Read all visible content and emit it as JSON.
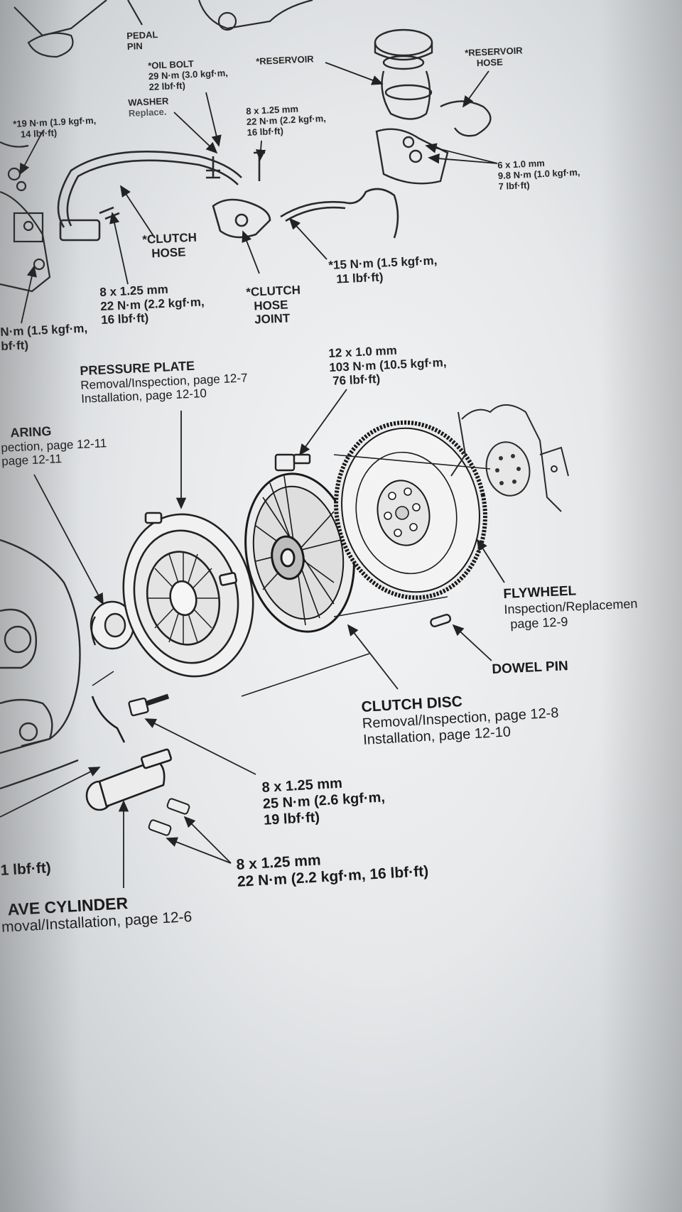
{
  "labels": {
    "pedal_pin": [
      "PEDAL",
      "PIN"
    ],
    "oil_bolt": [
      "*OIL BOLT",
      "29 N·m (3.0 kgf·m,",
      "22 lbf·ft)"
    ],
    "reservoir": "*RESERVOIR",
    "reservoir_hose": [
      "*RESERVOIR",
      "HOSE"
    ],
    "washer": [
      "WASHER",
      "Replace."
    ],
    "upper_bolt_spec": [
      "8 x 1.25 mm",
      "22 N·m (2.2 kgf·m,",
      "16 lbf·ft)"
    ],
    "left_spec": [
      "*19 N·m (1.9 kgf·m,",
      "14 lbf·ft)"
    ],
    "reservoir_bolt_spec": [
      "6 x 1.0 mm",
      "9.8 N·m (1.0 kgf·m,",
      "7 lbf·ft)"
    ],
    "clutch_hose": [
      "*CLUTCH",
      "HOSE"
    ],
    "line_spec": [
      "*15 N·m (1.5 kgf·m,",
      "11 lbf·ft)"
    ],
    "mid_bolt_spec": [
      "8 x 1.25 mm",
      "22 N·m (2.2 kgf·m,",
      "16 lbf·ft)"
    ],
    "hose_joint": [
      "*CLUTCH",
      "HOSE",
      "JOINT"
    ],
    "left_edge_spec": [
      "N·m (1.5 kgf·m,",
      "bf·ft)"
    ],
    "flywheel_bolt_spec": [
      "12 x 1.0 mm",
      "103 N·m (10.5 kgf·m,",
      "76 lbf·ft)"
    ],
    "pressure_plate": [
      "PRESSURE PLATE",
      "Removal/Inspection, page 12-7",
      "Installation, page 12-10"
    ],
    "bearing": [
      "ARING",
      "pection, page 12-11",
      "page 12-11"
    ],
    "flywheel": [
      "FLYWHEEL",
      "Inspection/Replacemen",
      "page 12-9"
    ],
    "dowel_pin": "DOWEL PIN",
    "clutch_disc": [
      "CLUTCH DISC",
      "Removal/Inspection, page 12-8",
      "Installation, page 12-10"
    ],
    "pp_bolt_spec": [
      "8 x 1.25 mm",
      "25 N·m (2.6 kgf·m,",
      "19 lbf·ft)"
    ],
    "slave_bolt_spec": [
      "8 x 1.25 mm",
      "22 N·m (2.2 kgf·m, 16 lbf·ft)"
    ],
    "left_lbf": "1 lbf·ft)",
    "slave_cylinder": [
      "AVE CYLINDER",
      "moval/Installation, page 12-6"
    ]
  }
}
